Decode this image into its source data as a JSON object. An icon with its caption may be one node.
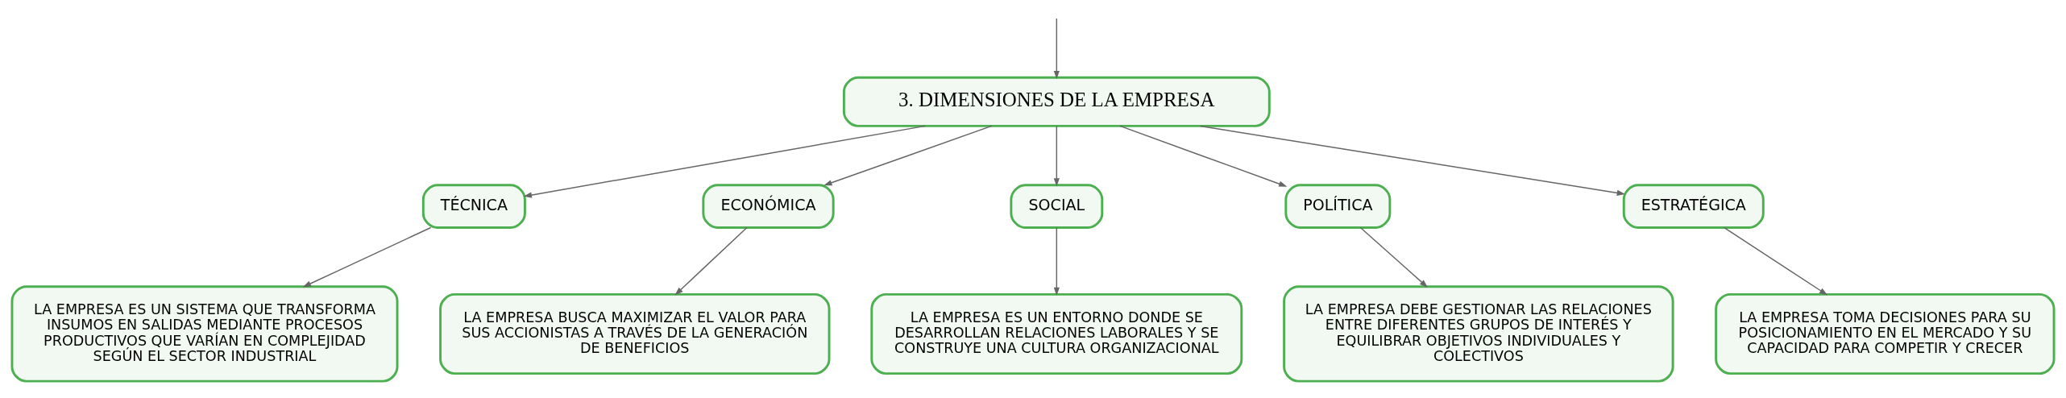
{
  "diagram": {
    "nodes": [
      {
        "text": [
          "3. DIMENSIONES DE LA EMPRESA"
        ]
      },
      {
        "text": [
          "TÉCNICA"
        ]
      },
      {
        "text": [
          "ECONÓMICA"
        ]
      },
      {
        "text": [
          "SOCIAL"
        ]
      },
      {
        "text": [
          "POLÍTICA"
        ]
      },
      {
        "text": [
          "ESTRATÉGICA"
        ]
      },
      {
        "text": [
          "LA EMPRESA ES UN SISTEMA QUE TRANSFORMA INSUMOS EN SALIDAS MEDIANTE PROCESOS PRODUCTIVOS QUE VARÍAN EN COMPLEJIDAD SEGÚN EL SECTOR INDUSTRIAL"
        ]
      },
      {
        "text": [
          "LA EMPRESA BUSCA MAXIMIZAR EL VALOR PARA SUS ACCIONISTAS A TRAVÉS DE LA GENERACIÓN DE BENEFICIOS"
        ]
      },
      {
        "text": [
          "LA EMPRESA ES UN ENTORNO DONDE SE DESARROLLAN RELACIONES LABORALES Y SE CONSTRUYE UNA CULTURA ORGANIZACIONAL"
        ]
      },
      {
        "text": [
          "LA EMPRESA DEBE GESTIONAR LAS RELACIONES ENTRE DIFERENTES GRUPOS DE INTERÉS Y EQUILIBRAR OBJETIVOS INDIVIDUALES Y COLECTIVOS"
        ]
      },
      {
        "text": [
          "LA EMPRESA TOMA DECISIONES PARA SU POSICIONAMIENTO EN EL MERCADO Y SU CAPACIDAD PARA COMPETIR Y CRECER"
        ]
      }
    ],
    "edges": [
      {
        "from": null,
        "to": 0,
        "arrow": "to"
      },
      {
        "from": 0,
        "to": 1,
        "arrow": "to"
      },
      {
        "from": 0,
        "to": 2,
        "arrow": "to"
      },
      {
        "from": 0,
        "to": 3,
        "arrow": "to"
      },
      {
        "from": 0,
        "to": 4,
        "arrow": "to"
      },
      {
        "from": 0,
        "to": 5,
        "arrow": "to"
      },
      {
        "from": 1,
        "to": 6,
        "arrow": "to"
      },
      {
        "from": 2,
        "to": 7,
        "arrow": "to"
      },
      {
        "from": 3,
        "to": 8,
        "arrow": "to"
      },
      {
        "from": 4,
        "to": 9,
        "arrow": "to"
      },
      {
        "from": 5,
        "to": 10,
        "arrow": "to"
      }
    ]
  }
}
